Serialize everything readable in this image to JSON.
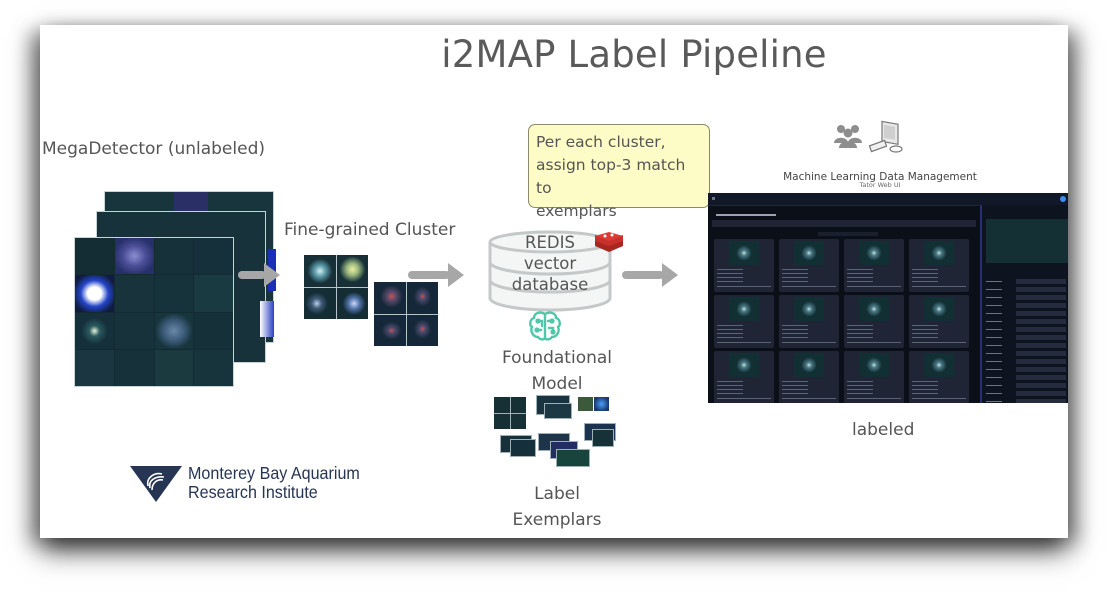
{
  "title": "i2MAP Label Pipeline",
  "stages": {
    "megadetector": {
      "label": "MegaDetector (unlabeled)"
    },
    "cluster": {
      "label": "Fine-grained Cluster"
    },
    "note": {
      "lines": [
        "Per each cluster,",
        "assign top-3 match to",
        "exemplars"
      ]
    },
    "database": {
      "lines": [
        "REDIS",
        "vector",
        "database"
      ],
      "icon": "redis-icon"
    },
    "model": {
      "lines": [
        "Foundational",
        "Model"
      ],
      "icon": "brain-circuit-icon"
    },
    "exemplars": {
      "lines": [
        "Label",
        "Exemplars"
      ]
    },
    "data_management": {
      "title": "Machine Learning Data Management",
      "subtitle": "Tator Web UI",
      "icons": [
        "users-icon",
        "computer-icon"
      ]
    },
    "labeled": {
      "label": "labeled"
    }
  },
  "organization": {
    "line1": "Monterey Bay Aquarium",
    "line2": "Research Institute"
  },
  "colors": {
    "arrow": "#a7a7a7",
    "note_bg": "#fdfcc6",
    "brain": "#4fc7a8",
    "redis": "#c8302b",
    "logo": "#263553",
    "tator_bg": "#0b0f17"
  }
}
